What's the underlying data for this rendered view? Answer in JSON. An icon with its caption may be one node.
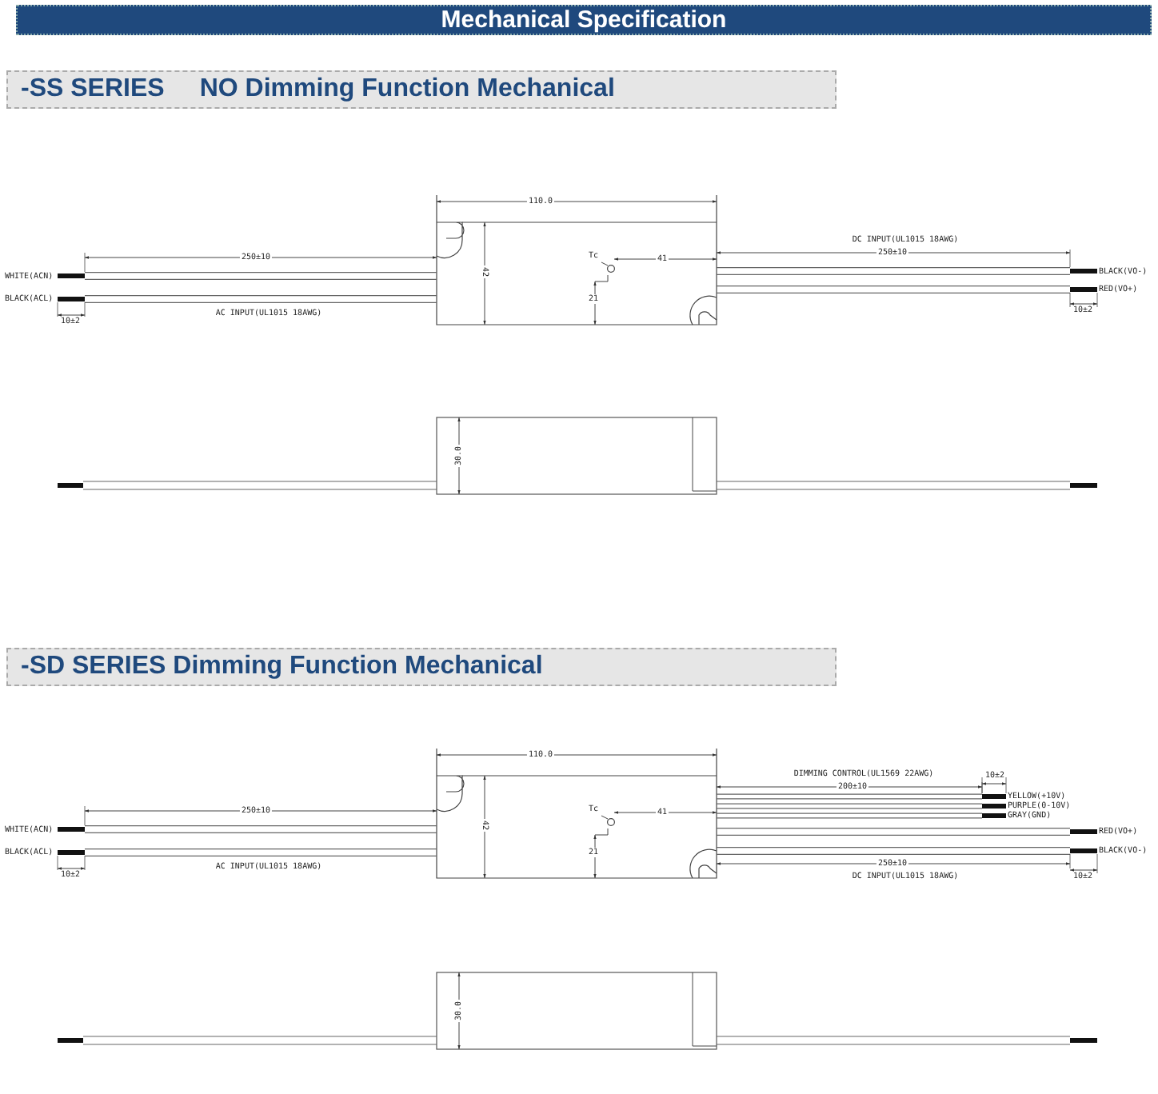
{
  "diagram": {
    "title": "Mechanical Specification",
    "nodes": [
      {
        "text": [
          "-SS SERIES",
          "NO Dimming Function Mechanical"
        ]
      },
      {
        "text": [
          "-SD SERIES Dimming Function Mechanical"
        ]
      }
    ],
    "labels": [
      "110.0",
      "DC INPUT(UL1015 18AWG)",
      "WHITE(ACN)",
      "250±10",
      "Tc",
      "41",
      "250±10",
      "BLACK(VO-)",
      "42",
      "21",
      "RED(VO+)",
      "BLACK(ACL)",
      "AC INPUT(UL1015 18AWG)",
      "10±2",
      "10±2",
      "30.0",
      "110.0",
      "DIMMING CONTROL(UL1569 22AWG)",
      "10±2",
      "200±10",
      "YELLOW(+10V)",
      "PURPLE(0-10V)",
      "GRAY(GND)",
      "WHITE(ACN)",
      "250±10",
      "Tc",
      "41",
      "RED(VO+)",
      "42",
      "BLACK(VO-)",
      "21",
      "BLACK(ACL)",
      "AC INPUT(UL1015 18AWG)",
      "250±10",
      "DC INPUT(UL1015 18AWG)",
      "10±2",
      "10±2",
      "30.0"
    ]
  }
}
